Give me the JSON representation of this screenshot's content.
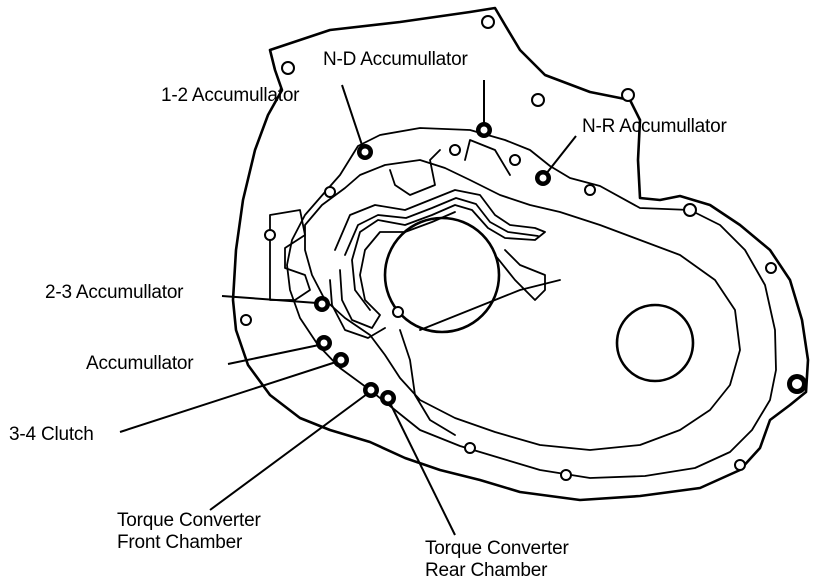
{
  "labels": {
    "nd_accumulator": "N-D Accumullator",
    "one_two_accumulator": "1-2 Accumullator",
    "nr_accumulator": "N-R Accumullator",
    "two_three_accumulator": "2-3 Accumullator",
    "accumulator": "Accumullator",
    "three_four_clutch": "3-4 Clutch",
    "tc_front_line1": "Torque Converter",
    "tc_front_line2": "Front Chamber",
    "tc_rear_line1": "Torque Converter",
    "tc_rear_line2": "Rear Chamber"
  },
  "colors": {
    "ink": "#000000",
    "paper": "#ffffff"
  }
}
